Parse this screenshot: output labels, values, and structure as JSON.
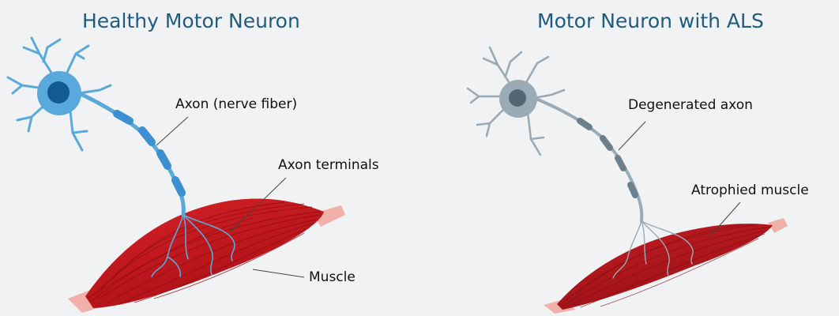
{
  "panels": {
    "healthy": {
      "title": "Healthy Motor Neuron",
      "labels": {
        "axon": "Axon (nerve fiber)",
        "terminals": "Axon terminals",
        "muscle": "Muscle"
      }
    },
    "als": {
      "title": "Motor Neuron with ALS",
      "labels": {
        "axon": "Degenerated axon",
        "muscle": "Atrophied muscle"
      }
    }
  },
  "colors": {
    "background": "#f1f2f4",
    "title": "#1f5c80",
    "healthy_neuron": "#5aa9dc",
    "healthy_nucleus": "#125b92",
    "healthy_myelin": "#3c8fd0",
    "als_neuron": "#9aabb6",
    "als_nucleus": "#546672",
    "als_myelin": "#6c7f8c",
    "muscle": "#c8161c",
    "muscle_atrophied": "#b0161c",
    "tendon": "#f1b1aa",
    "leader_line": "#444444"
  }
}
